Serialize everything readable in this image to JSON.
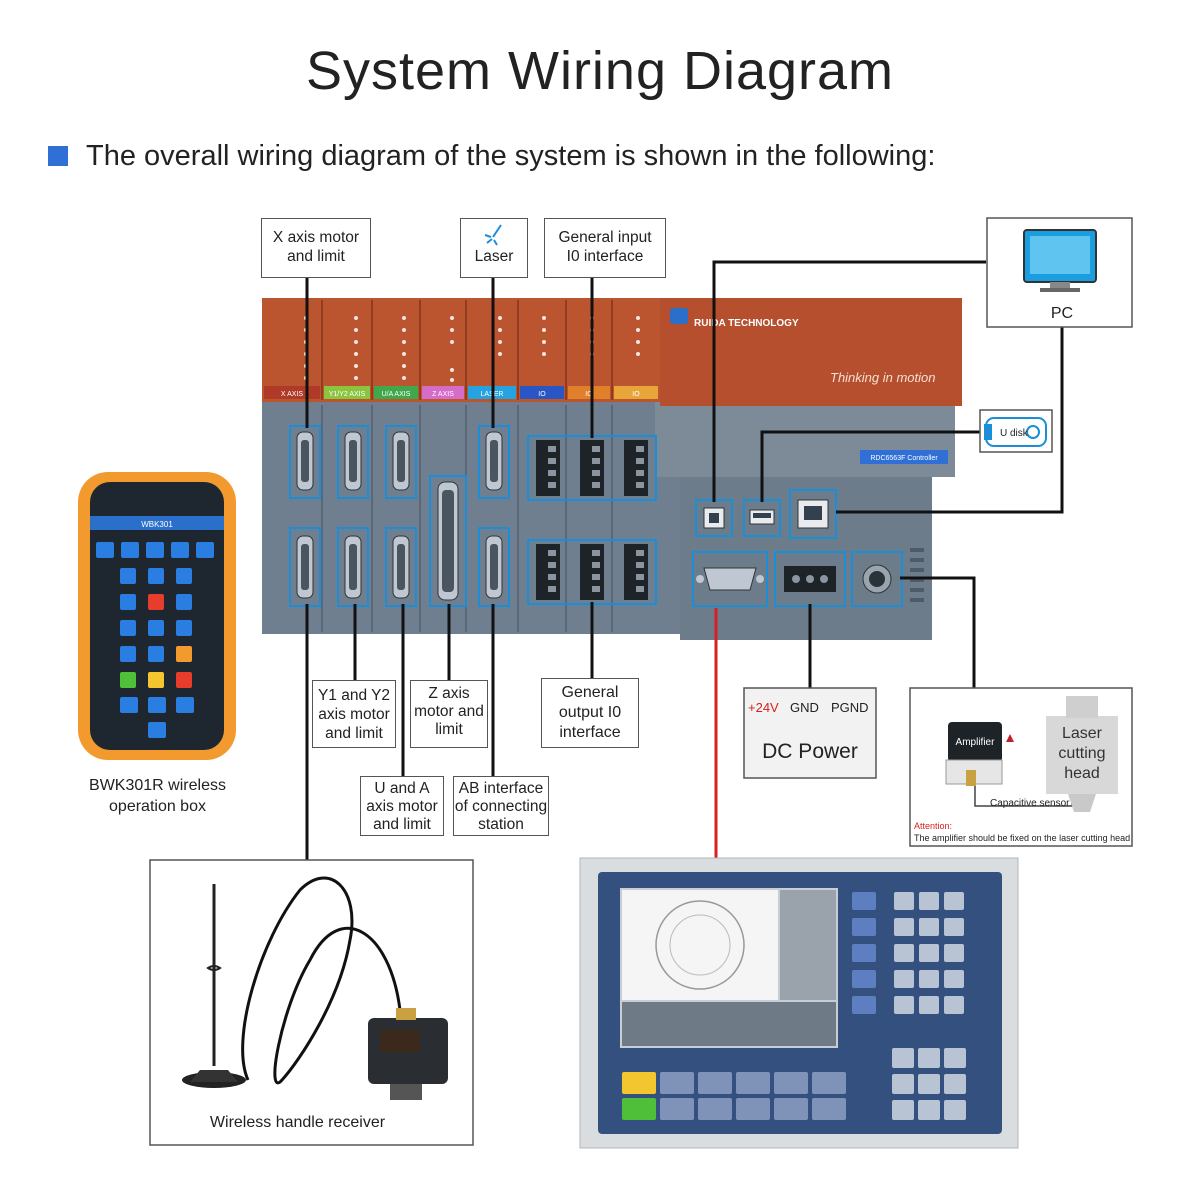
{
  "header": {
    "title": "System Wiring Diagram",
    "subtitle": "The overall wiring diagram of the system is shown in the following:"
  },
  "labels": {
    "x_axis": [
      "X axis motor",
      "and limit"
    ],
    "laser": "Laser",
    "general_input": [
      "General input",
      "I0 interface"
    ],
    "pc": "PC",
    "u_disk": "U disk",
    "y1y2": [
      "Y1 and Y2",
      "axis  motor",
      "and limit"
    ],
    "z_axis": [
      "Z axis",
      "motor and",
      "limit"
    ],
    "u_a": [
      "U and A",
      "axis motor",
      "and limit"
    ],
    "ab": [
      "AB interface",
      "of connecting",
      "station"
    ],
    "general_output": [
      "General",
      "output I0",
      "interface"
    ],
    "dc_power": {
      "v24": "+24V",
      "gnd": "GND",
      "pgnd": "PGND",
      "name": "DC Power"
    },
    "laser_head": [
      "Laser",
      "cutting",
      "head"
    ],
    "amplifier": "Amplifier",
    "cap_sensor": "Capacitive sensor",
    "attention": "Attention:",
    "attention_note": "The amplifier should be fixed on the laser cutting head",
    "handbox": [
      "BWK301R wireless",
      "operation box"
    ],
    "receiver": "Wireless handle receiver"
  },
  "controller": {
    "brand": "RUIDA TECHNOLOGY",
    "slogan": "Thinking in motion",
    "model": "RDC6563F Controller",
    "modules": [
      "X AXIS",
      "Y1/Y2 AXIS",
      "U/A AXIS",
      "Z AXIS",
      "LASER",
      "IO",
      "IO",
      "IO"
    ]
  },
  "handbox_model": "WBK301",
  "colors": {
    "accent": "#2f6fd6",
    "panel_red": "#b8532f",
    "wire": "#111111",
    "red_wire": "#d42020",
    "port_blue": "#1a8fd8"
  }
}
